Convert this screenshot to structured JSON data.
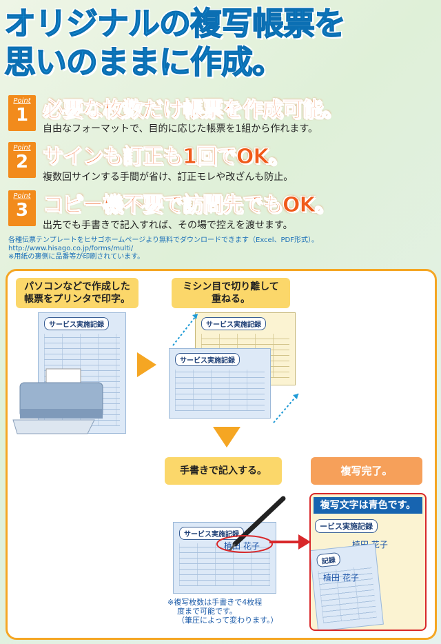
{
  "hero": {
    "line1": "オリジナルの複写帳票を",
    "line2": "思いのままに作成。"
  },
  "points": [
    {
      "label": "Point",
      "num": "1",
      "title": "必要な枚数だけ帳票を作成可能。",
      "desc": "自由なフォーマットで、目的に応じた帳票を1組から作れます。"
    },
    {
      "label": "Point",
      "num": "2",
      "title": "サインも訂正も1回でOK。",
      "desc": "複数回サインする手間が省け、訂正モレや改ざんも防止。"
    },
    {
      "label": "Point",
      "num": "3",
      "title": "コピー機不要で訪問先でもOK。",
      "desc": "出先でも手書きで記入すれば、その場で控えを渡せます。"
    }
  ],
  "notes": {
    "line1": "各種伝票テンプレートをヒサゴホームページより無料でダウンロードできます（Excel、PDF形式）。",
    "line2": "http://www.hisago.co.jp/forms/multi/",
    "line3": "※用紙の裏側に品番等が印刷されています。"
  },
  "steps": {
    "step1": "パソコンなどで作成した\n帳票をプリンタで印字。",
    "step2": "ミシン目で切り離して\n重ねる。",
    "step3": "手書きで記入する。",
    "step4": "複写完了。"
  },
  "form": {
    "title": "サービス実施記録",
    "title_cut": "ービス実施記録",
    "title_cut2": "記録",
    "name": "植田 花子"
  },
  "blue_text": "複写文字は青色です。",
  "copy_note": {
    "line1": "※複写枚数は手書きで4枚程",
    "line2": "度まで可能です。",
    "line3": "（筆圧によって変わります。）"
  },
  "colors": {
    "hero": "#1590d8",
    "point": "#f28b1c",
    "title": "#f05a1a",
    "panel_border": "#f5a623"
  }
}
